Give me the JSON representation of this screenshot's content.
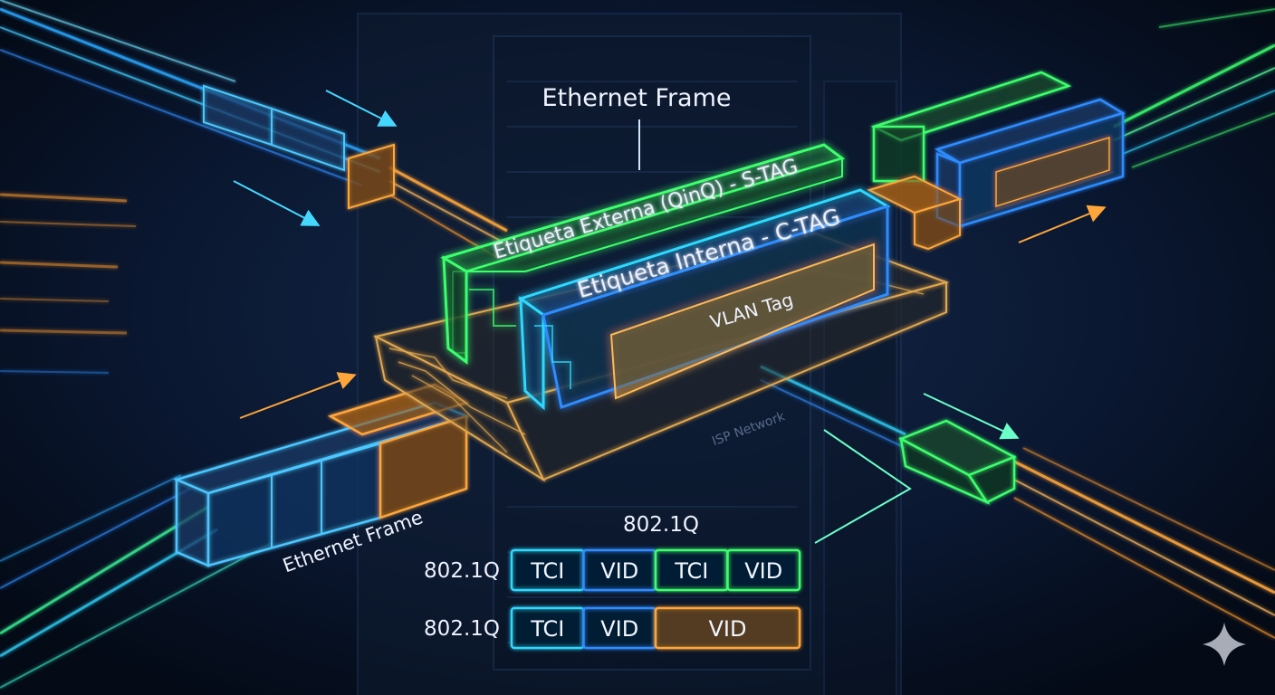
{
  "diagram": {
    "top_label": "Ethernet Frame",
    "outer_tag_label": "Etiqueta Externa (QinQ) - S-TAG",
    "inner_tag_label": "Etiqueta Interna - C-TAG",
    "vlan_tag_label": "VLAN Tag",
    "network_label": "ISP Network",
    "bottom_frame_label": "Ethernet Frame"
  },
  "tables": {
    "heading": "802.1Q",
    "rows": [
      {
        "label": "802.1Q",
        "cells": [
          {
            "text": "TCI",
            "color": "cyan"
          },
          {
            "text": "VID",
            "color": "blue"
          },
          {
            "text": "TCI",
            "color": "green"
          },
          {
            "text": "VID",
            "color": "green"
          }
        ]
      },
      {
        "label": "802.1Q",
        "cells": [
          {
            "text": "TCI",
            "color": "cyan"
          },
          {
            "text": "VID",
            "color": "blue"
          },
          {
            "text": "VID",
            "color": "orange"
          }
        ]
      }
    ]
  },
  "colors": {
    "green": "#3dff6e",
    "cyan": "#2fd8ff",
    "blue": "#2f8cff",
    "orange": "#ffa63a",
    "background": "#06101f"
  },
  "icons": {
    "corner": "sparkle-icon"
  }
}
